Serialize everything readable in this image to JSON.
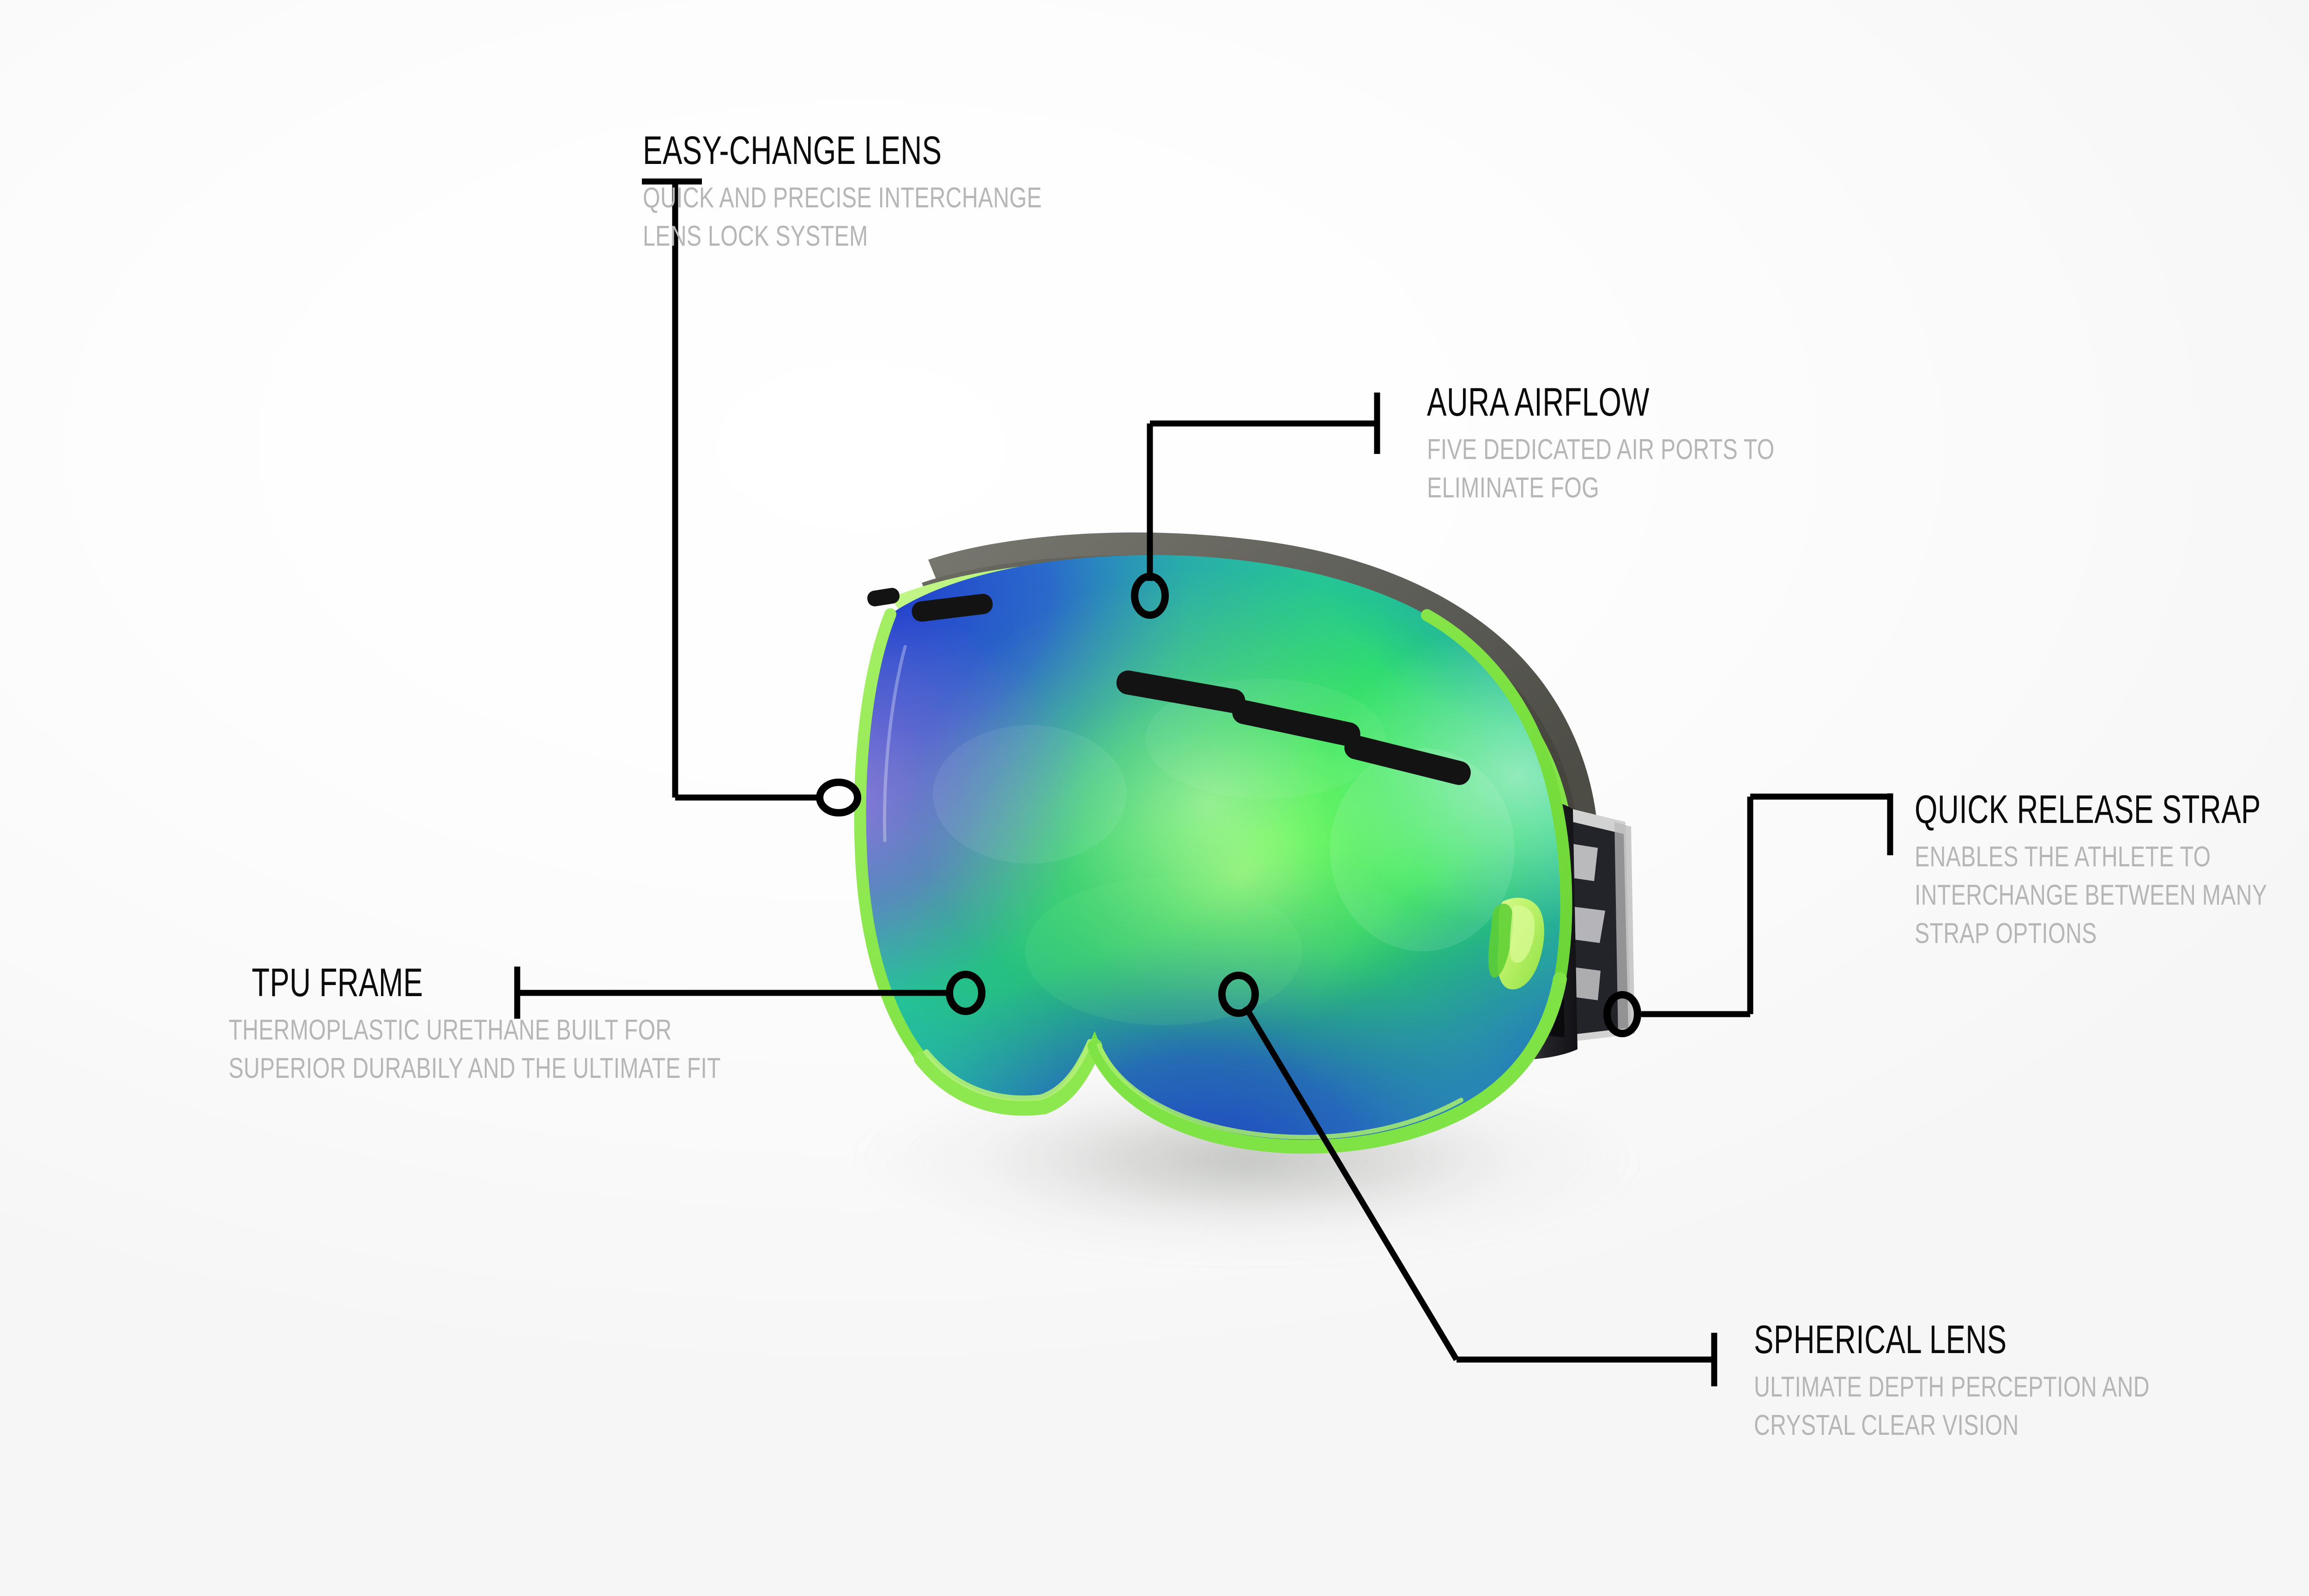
{
  "product": {
    "name": "ski-goggle",
    "colors": {
      "frame_green": "#8ee84f",
      "frame_green_light": "#b7f07a",
      "frame_green_dark": "#5cc431",
      "lens_green": "#32e84e",
      "lens_green_bright": "#63f25c",
      "lens_blue": "#2b46d2",
      "lens_blue_deep": "#1f34bb",
      "lens_purple": "#8a6cd4",
      "lens_teal": "#2ec9b8",
      "foam_grey": "#575751",
      "strap_black": "#1d1d20",
      "strap_white": "#d8d8d8",
      "vent_black": "#141414",
      "background": "#fbfbfb",
      "callout_title": "#0b0b0b",
      "callout_sub": "#b6b6b6",
      "leader_line": "#000000"
    }
  },
  "callouts": [
    {
      "id": "easy-change-lens",
      "title": "EASY-CHANGE LENS",
      "sub_lines": [
        "QUICK AND PRECISE INTERCHANGE",
        "LENS LOCK SYSTEM"
      ]
    },
    {
      "id": "aura-airflow",
      "title": "AURA AIRFLOW",
      "sub_lines": [
        "FIVE DEDICATED AIR PORTS TO",
        "ELIMINATE FOG"
      ]
    },
    {
      "id": "quick-release-strap",
      "title": "QUICK RELEASE STRAP",
      "sub_lines": [
        "ENABLES THE ATHLETE TO",
        "INTERCHANGE BETWEEN MANY",
        "STRAP OPTIONS"
      ]
    },
    {
      "id": "tpu-frame",
      "title": "TPU FRAME",
      "sub_lines": [
        "THERMOPLASTIC URETHANE BUILT FOR",
        "SUPERIOR DURABILY AND THE ULTIMATE FIT"
      ]
    },
    {
      "id": "spherical-lens",
      "title": "SPHERICAL LENS",
      "sub_lines": [
        "ULTIMATE DEPTH PERCEPTION AND",
        "CRYSTAL CLEAR VISION"
      ]
    }
  ]
}
